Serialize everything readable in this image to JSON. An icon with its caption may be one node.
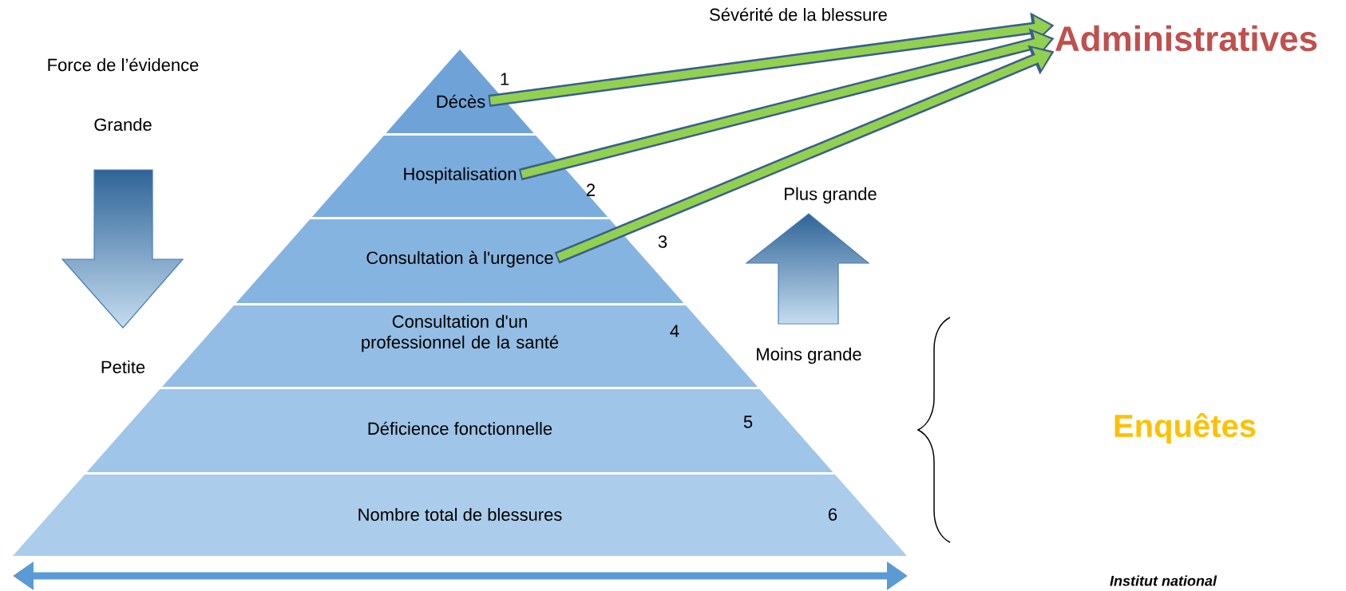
{
  "diagram": {
    "nodes": [
      {
        "text": [
          "Décès",
          "1"
        ]
      },
      {
        "text": [
          "Hospitalisation",
          "2"
        ]
      },
      {
        "text": [
          "Consultation à l'urgence",
          "3"
        ]
      },
      {
        "text": [
          "Consultation d'un professionnel de la santé",
          "4"
        ]
      },
      {
        "text": [
          "Déficience fonctionnelle",
          "5"
        ]
      },
      {
        "text": [
          "Nombre total de blessures",
          "6"
        ]
      },
      {
        "text": [
          "Administratives"
        ]
      },
      {
        "text": [
          "Enquêtes"
        ]
      }
    ],
    "edges": [
      {
        "from": 0,
        "to": 6,
        "arrow": "to"
      },
      {
        "from": 1,
        "to": 6,
        "arrow": "to"
      },
      {
        "from": 2,
        "to": 6,
        "arrow": "to"
      }
    ],
    "labels": [
      "Force de l’évidence",
      "Grande",
      "Petite",
      "Sévérité de la blessure",
      "Plus grande",
      "Moins grande",
      "Institut national"
    ]
  }
}
